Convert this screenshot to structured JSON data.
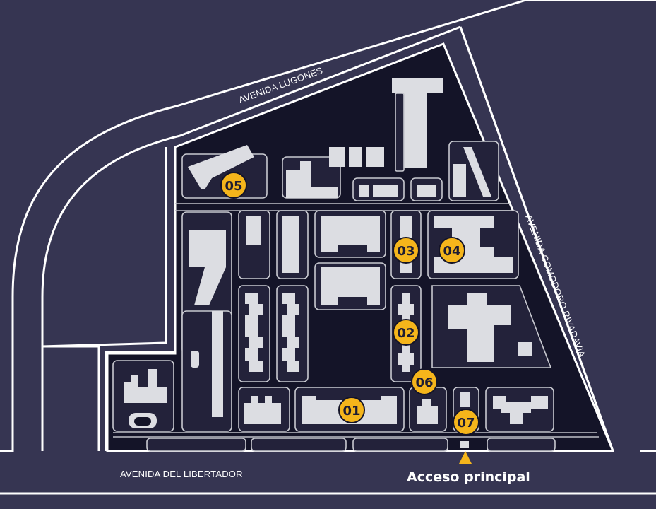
{
  "streets": {
    "lugones": "AVENIDA LUGONES",
    "comodoro": "AVENIDA COMODORO RIVADAVIA",
    "libertador": "AVENIDA DEL LIBERTADOR"
  },
  "access": {
    "label": "Acceso principal"
  },
  "markers": [
    {
      "label": "01"
    },
    {
      "label": "02"
    },
    {
      "label": "03"
    },
    {
      "label": "04"
    },
    {
      "label": "05"
    },
    {
      "label": "06"
    },
    {
      "label": "07"
    }
  ],
  "colors": {
    "background": "#363552",
    "campus": "#141428",
    "building": "#dcdde2",
    "marker": "#f5b51b",
    "marker_text": "#1d1c33",
    "road_line": "#ffffff"
  }
}
